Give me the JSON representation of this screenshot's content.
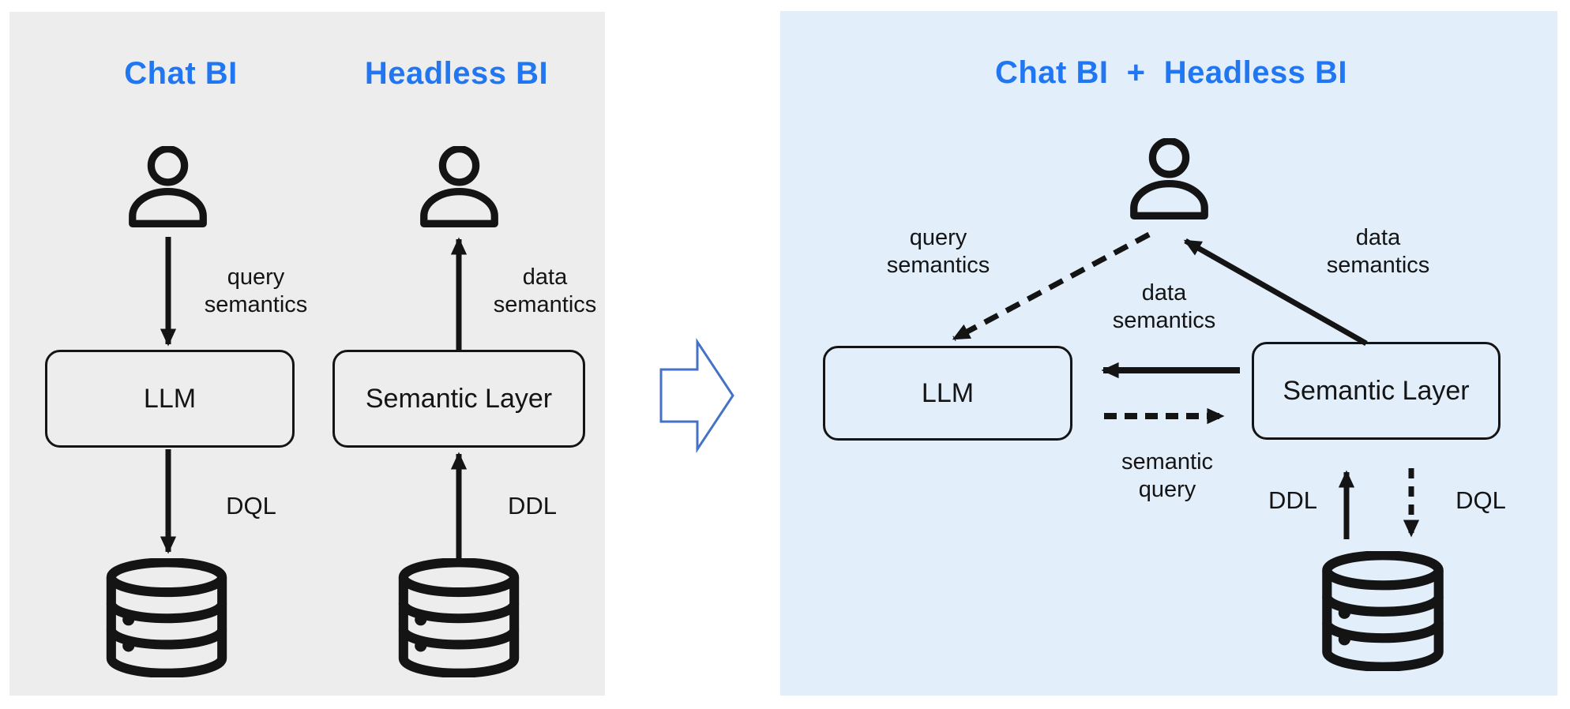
{
  "colors": {
    "left_panel_bg": "#EDEDED",
    "right_panel_bg": "#E2EEFA",
    "title_blue": "#2176F2",
    "ink": "#141414",
    "transition_arrow_blue": "#4472C4"
  },
  "left_panel": {
    "chat": {
      "title": "Chat BI",
      "flow_label_line1": "query",
      "flow_label_line2": "semantics",
      "box_label": "LLM",
      "db_label": "DQL"
    },
    "headless": {
      "title": "Headless BI",
      "flow_label_line1": "data",
      "flow_label_line2": "semantics",
      "box_label": "Semantic Layer",
      "db_label": "DDL"
    }
  },
  "right_panel": {
    "title": "Chat BI  +  Headless BI",
    "query_semantics_line1": "query",
    "query_semantics_line2": "semantics",
    "data_semantics_right_line1": "data",
    "data_semantics_right_line2": "semantics",
    "data_semantics_mid_line1": "data",
    "data_semantics_mid_line2": "semantics",
    "llm_box_label": "LLM",
    "semantic_box_label": "Semantic Layer",
    "semantic_query_line1": "semantic",
    "semantic_query_line2": "query",
    "ddl_label": "DDL",
    "dql_label": "DQL"
  }
}
